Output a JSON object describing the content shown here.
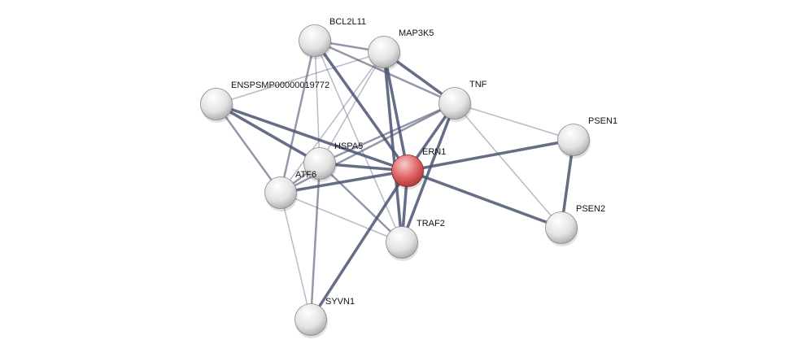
{
  "network": {
    "query_node": "ERN1",
    "colors": {
      "query": "#e06666",
      "node": "#e8e8e8",
      "edge": "#4a5472"
    },
    "nodes": [
      {
        "id": "BCL2L11",
        "label": "BCL2L11"
      },
      {
        "id": "MAP3K5",
        "label": "MAP3K5"
      },
      {
        "id": "ENSP",
        "label": "ENSPSMP00000019772"
      },
      {
        "id": "TNF",
        "label": "TNF"
      },
      {
        "id": "PSEN1",
        "label": "PSEN1"
      },
      {
        "id": "HSPA5",
        "label": "HSPA5"
      },
      {
        "id": "ERN1",
        "label": "ERN1"
      },
      {
        "id": "ATF6",
        "label": "ATF6"
      },
      {
        "id": "TRAF2",
        "label": "TRAF2"
      },
      {
        "id": "PSEN2",
        "label": "PSEN2"
      },
      {
        "id": "SYVN1",
        "label": "SYVN1"
      }
    ],
    "edges": [
      [
        "BCL2L11",
        "MAP3K5",
        2
      ],
      [
        "BCL2L11",
        "TNF",
        2
      ],
      [
        "BCL2L11",
        "ERN1",
        3
      ],
      [
        "BCL2L11",
        "ATF6",
        2
      ],
      [
        "BCL2L11",
        "HSPA5",
        1
      ],
      [
        "BCL2L11",
        "TRAF2",
        1
      ],
      [
        "MAP3K5",
        "TNF",
        3
      ],
      [
        "MAP3K5",
        "ERN1",
        3
      ],
      [
        "MAP3K5",
        "TRAF2",
        3
      ],
      [
        "MAP3K5",
        "ENSP",
        1
      ],
      [
        "MAP3K5",
        "HSPA5",
        1
      ],
      [
        "MAP3K5",
        "ATF6",
        1
      ],
      [
        "ENSP",
        "ERN1",
        3
      ],
      [
        "ENSP",
        "HSPA5",
        3
      ],
      [
        "ENSP",
        "ATF6",
        2
      ],
      [
        "TNF",
        "ERN1",
        3
      ],
      [
        "TNF",
        "TRAF2",
        3
      ],
      [
        "TNF",
        "HSPA5",
        2
      ],
      [
        "TNF",
        "ATF6",
        2
      ],
      [
        "TNF",
        "PSEN1",
        1
      ],
      [
        "TNF",
        "PSEN2",
        1
      ],
      [
        "ERN1",
        "PSEN1",
        3
      ],
      [
        "ERN1",
        "PSEN2",
        3
      ],
      [
        "ERN1",
        "HSPA5",
        3
      ],
      [
        "ERN1",
        "ATF6",
        3
      ],
      [
        "ERN1",
        "TRAF2",
        3
      ],
      [
        "ERN1",
        "SYVN1",
        3
      ],
      [
        "PSEN1",
        "PSEN2",
        3
      ],
      [
        "HSPA5",
        "ATF6",
        2
      ],
      [
        "HSPA5",
        "TRAF2",
        2
      ],
      [
        "HSPA5",
        "SYVN1",
        2
      ],
      [
        "ATF6",
        "TRAF2",
        1
      ],
      [
        "ATF6",
        "SYVN1",
        1
      ]
    ]
  }
}
